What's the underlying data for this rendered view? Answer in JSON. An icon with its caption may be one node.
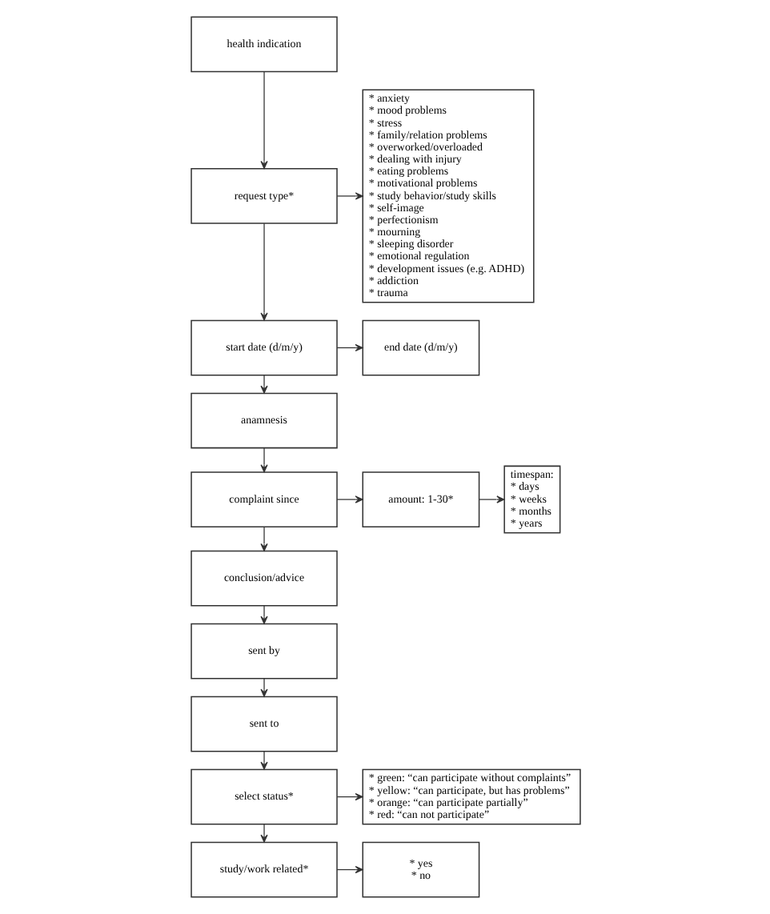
{
  "diagram": {
    "nodes": [
      {
        "text": [
          "health indication"
        ]
      },
      {
        "text": [
          "request type*"
        ]
      },
      {
        "text": [
          "* anxiety",
          "* mood problems",
          "* stress",
          "* family/relation problems",
          "* overworked/overloaded",
          "* dealing with injury",
          "* eating problems",
          "* motivational problems",
          "* study behavior/study skills",
          "* self-image",
          "* perfectionism",
          "* mourning",
          "* sleeping disorder",
          "* emotional regulation",
          "* development issues (e.g. ADHD)",
          "* addiction",
          "* trauma"
        ]
      },
      {
        "text": [
          "start date (d/m/y)"
        ]
      },
      {
        "text": [
          "end date (d/m/y)"
        ]
      },
      {
        "text": [
          "anamnesis"
        ]
      },
      {
        "text": [
          "complaint since"
        ]
      },
      {
        "text": [
          "amount: 1-30*"
        ]
      },
      {
        "text": [
          "timespan:",
          "* days",
          "* weeks",
          "* months",
          "* years"
        ]
      },
      {
        "text": [
          "conclusion/advice"
        ]
      },
      {
        "text": [
          "sent by"
        ]
      },
      {
        "text": [
          "sent to"
        ]
      },
      {
        "text": [
          "select status*"
        ]
      },
      {
        "text": [
          "* green: “can participate without complaints”",
          "* yellow: “can participate, but has problems”",
          "* orange: “can participate partially”",
          "* red: “can not participate”"
        ]
      },
      {
        "text": [
          "study/work related*"
        ]
      },
      {
        "text": [
          "* yes",
          "* no"
        ]
      }
    ],
    "edges": [
      {
        "from": 0,
        "to": 1,
        "arrow": "to"
      },
      {
        "from": 1,
        "to": 2,
        "arrow": "to"
      },
      {
        "from": 1,
        "to": 3,
        "arrow": "to"
      },
      {
        "from": 3,
        "to": 4,
        "arrow": "to"
      },
      {
        "from": 3,
        "to": 5,
        "arrow": "to"
      },
      {
        "from": 5,
        "to": 6,
        "arrow": "to"
      },
      {
        "from": 6,
        "to": 7,
        "arrow": "to"
      },
      {
        "from": 7,
        "to": 8,
        "arrow": "to"
      },
      {
        "from": 6,
        "to": 9,
        "arrow": "to"
      },
      {
        "from": 9,
        "to": 10,
        "arrow": "to"
      },
      {
        "from": 10,
        "to": 11,
        "arrow": "to"
      },
      {
        "from": 11,
        "to": 12,
        "arrow": "to"
      },
      {
        "from": 12,
        "to": 13,
        "arrow": "to"
      },
      {
        "from": 12,
        "to": 14,
        "arrow": "to"
      },
      {
        "from": 14,
        "to": 15,
        "arrow": "to"
      }
    ]
  }
}
